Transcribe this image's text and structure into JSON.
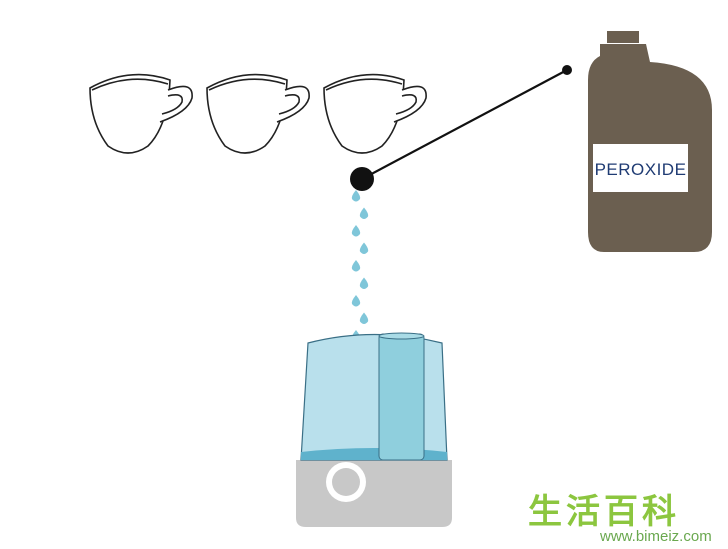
{
  "diagram": {
    "bottle_label": "PEROXIDE",
    "cup_count": 3,
    "drop_count": 9,
    "colors": {
      "outline": "#222222",
      "bottle": "#6b5f50",
      "water": "#7fc6d9",
      "tank": "#b9e0ec",
      "base": "#c8c8c8",
      "watermark": "#8cc63f"
    }
  },
  "watermark": {
    "chinese": "生活百科",
    "url": "www.bimeiz.com"
  }
}
